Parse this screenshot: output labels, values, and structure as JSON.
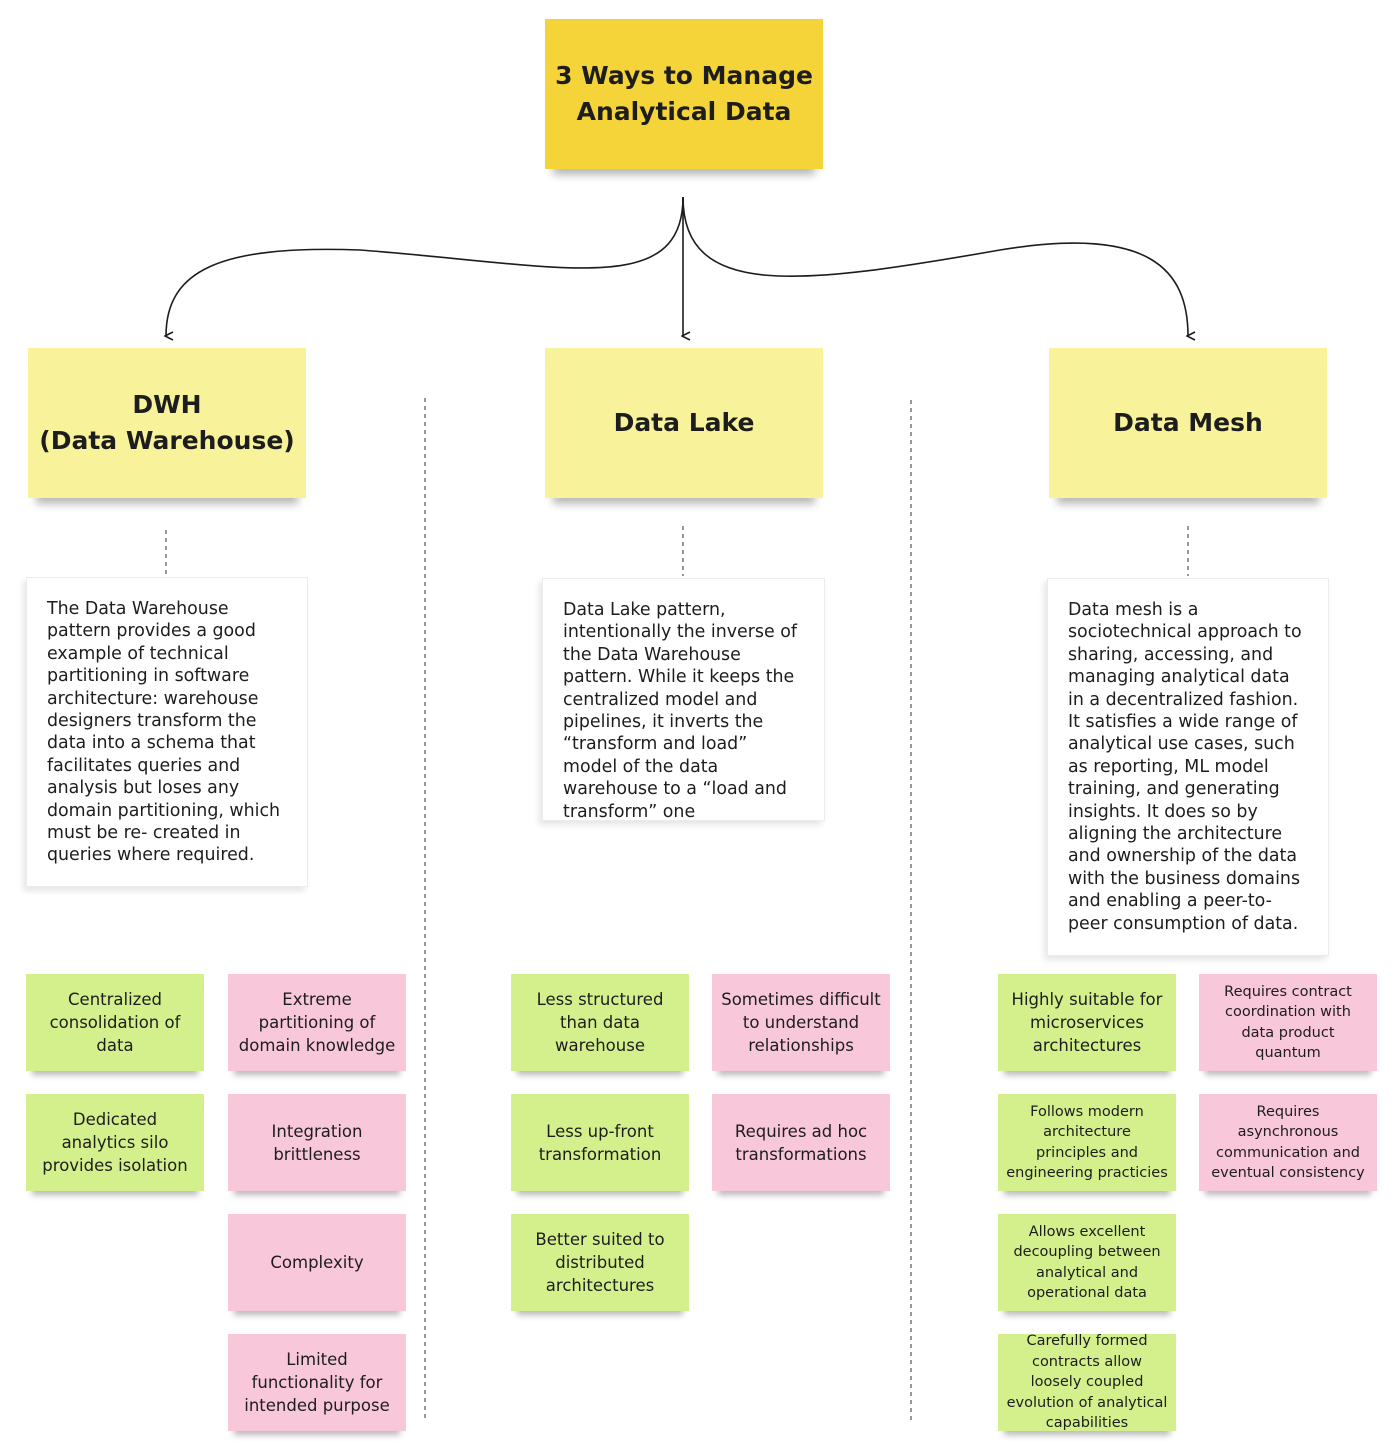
{
  "title": "3 Ways to Manage Analytical Data",
  "columns": [
    {
      "heading": "DWH (Data Warehouse)",
      "heading_line1": "DWH",
      "heading_line2": "(Data Warehouse)",
      "description": "The Data Warehouse pattern provides a good example of technical partitioning in software architecture: warehouse designers transform the data into a schema that facilitates queries and analysis but loses any domain partitioning, which must be re- created in queries where required.",
      "pros": [
        "Centralized consolidation of data",
        "Dedicated analytics silo provides isolation"
      ],
      "cons": [
        "Extreme partitioning of domain knowledge",
        "Integration brittleness",
        "Complexity",
        "Limited functionality for intended purpose"
      ]
    },
    {
      "heading": "Data Lake",
      "description": "Data Lake pattern, intentionally the inverse of the Data Warehouse pattern. While it keeps the centralized model and pipelines, it inverts the “transform and load” model of the data warehouse to a “load and transform” one",
      "pros": [
        "Less structured than data warehouse",
        "Less up-front transformation",
        "Better suited to distributed architectures"
      ],
      "cons": [
        "Sometimes difficult to understand relationships",
        "Requires ad hoc transformations"
      ]
    },
    {
      "heading": "Data Mesh",
      "description": "Data mesh is a sociotechnical approach to sharing, accessing, and managing analytical data in a decentralized fashion. It satisfies a wide range of analytical use cases, such as reporting, ML model training, and generating insights. It does so by aligning the architecture and ownership of the data with the business domains and enabling a peer-to-peer consumption of data.",
      "pros": [
        "Highly suitable for microservices architectures",
        "Follows modern architecture principles and engineering practicies",
        "Allows excellent decoupling between analytical and operational data",
        "Carefully formed contracts allow loosely coupled evolution of analytical capabilities"
      ],
      "cons": [
        "Requires contract coordination with data product quantum",
        "Requires asynchronous communication and eventual consistency"
      ]
    }
  ],
  "colors": {
    "title_note": "#f5d43a",
    "heading_note": "#f8f39b",
    "pro_note": "#d4f08c",
    "con_note": "#f8c7da",
    "connector": "#1d1d1d"
  }
}
